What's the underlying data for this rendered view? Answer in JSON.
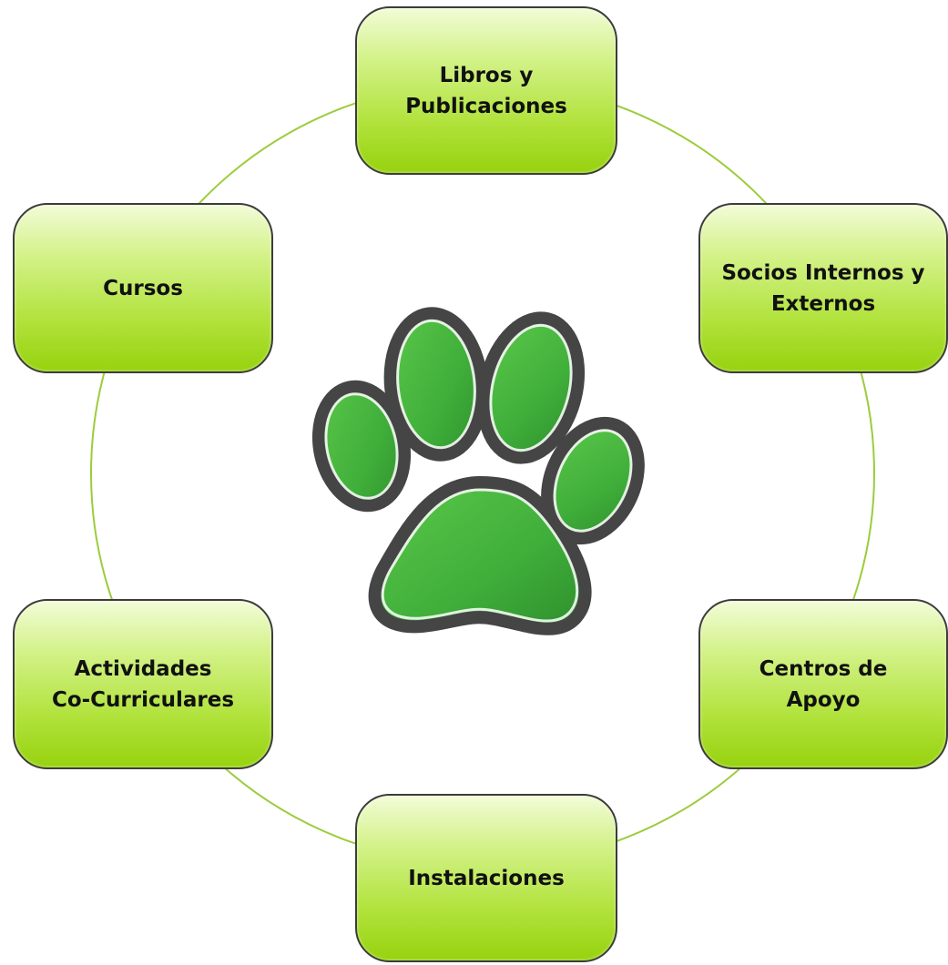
{
  "diagram": {
    "nodes": [
      {
        "id": "libros",
        "label": "Libros y\nPublicaciones"
      },
      {
        "id": "socios",
        "label": "Socios Internos y\nExternos"
      },
      {
        "id": "centros",
        "label": "Centros de\nApoyo"
      },
      {
        "id": "instalaciones",
        "label": "Instalaciones"
      },
      {
        "id": "actividades",
        "label": "Actividades\nCo-Curriculares"
      },
      {
        "id": "cursos",
        "label": "Cursos"
      }
    ],
    "center_icon": "paw-icon",
    "colors": {
      "node_fill_top": "#f2fcd8",
      "node_fill_bottom": "#97d20e",
      "node_border": "#3c3c3c",
      "ring_line": "#9ccc3c",
      "paw_fill": "#3fae3a",
      "paw_outline": "#454545"
    }
  }
}
